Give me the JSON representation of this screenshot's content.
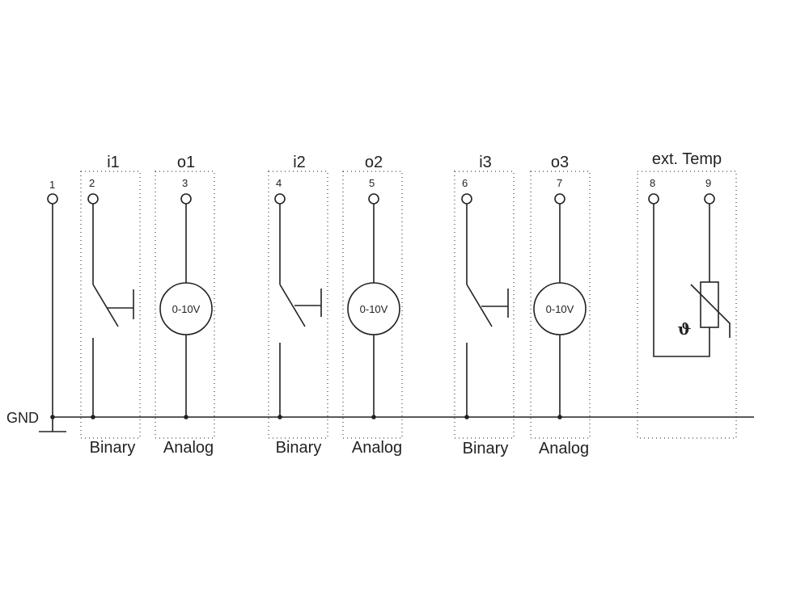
{
  "ground_label": "GND",
  "terminals": [
    "1",
    "2",
    "3",
    "4",
    "5",
    "6",
    "7",
    "8",
    "9"
  ],
  "channels": [
    {
      "input": "i1",
      "output": "o1",
      "input_type": "Binary",
      "output_type": "Analog",
      "range": "0-10V"
    },
    {
      "input": "i2",
      "output": "o2",
      "input_type": "Binary",
      "output_type": "Analog",
      "range": "0-10V"
    },
    {
      "input": "i3",
      "output": "o3",
      "input_type": "Binary",
      "output_type": "Analog",
      "range": "0-10V"
    }
  ],
  "ext_temp": {
    "label": "ext. Temp",
    "symbol": "ϑ"
  }
}
